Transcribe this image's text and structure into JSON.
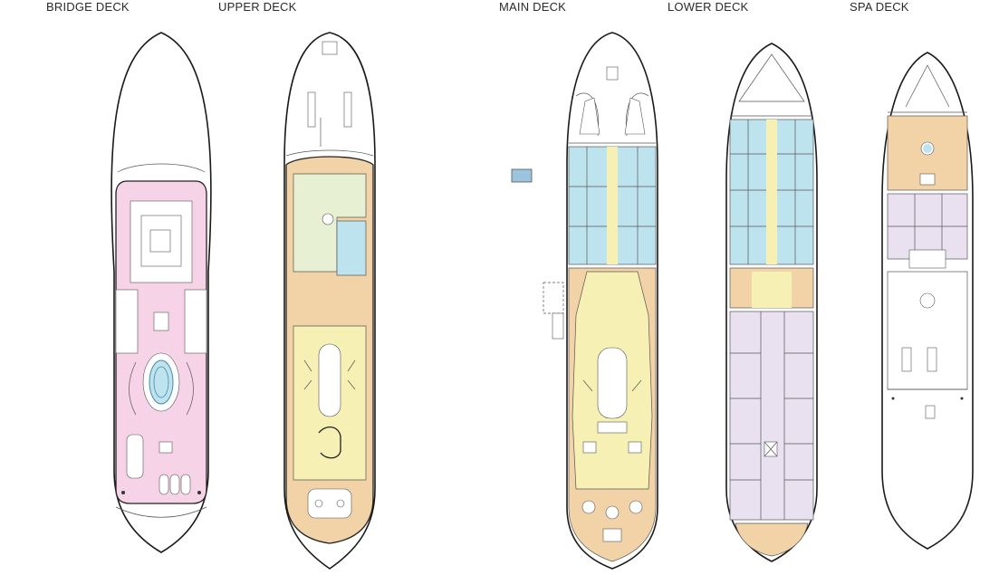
{
  "decks": [
    {
      "key": "bridge",
      "label": "BRIDGE DECK"
    },
    {
      "key": "upper",
      "label": "UPPER DECK"
    },
    {
      "key": "main",
      "label": "MAIN DECK"
    },
    {
      "key": "lower",
      "label": "LOWER DECK"
    },
    {
      "key": "spa",
      "label": "SPA DECK"
    }
  ],
  "zone_colors": {
    "pink": "#f6d3e6",
    "cyan": "#bde3ee",
    "yellow": "#f7f0b4",
    "tan": "#f2d3a8",
    "green": "#e8f0d4",
    "lavender": "#e9e1f0",
    "swatch": "#9cc4de"
  }
}
